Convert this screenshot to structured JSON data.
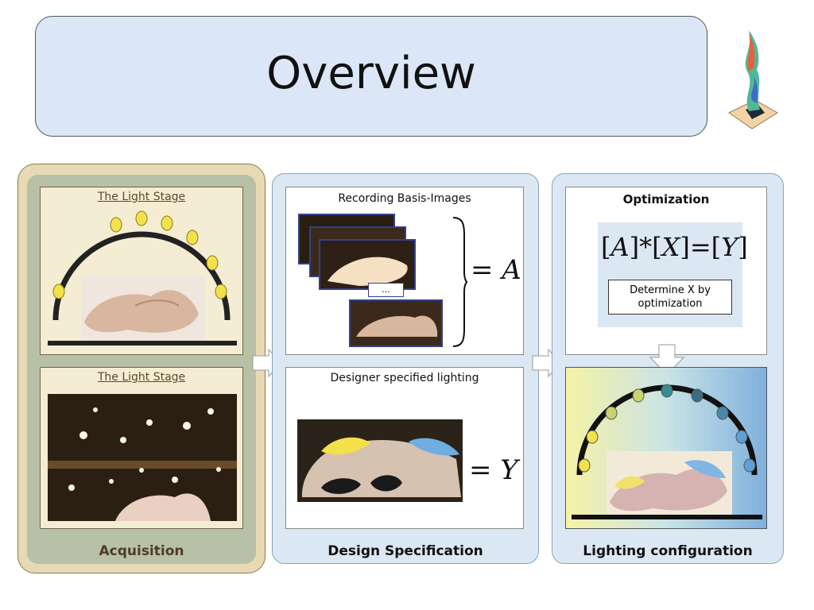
{
  "slide": {
    "title": "Overview"
  },
  "acquisition": {
    "label": "Acquisition",
    "top_caption": "The Light Stage",
    "bottom_caption": "The Light Stage"
  },
  "design": {
    "label": "Design Specification",
    "basis_title": "Recording Basis-Images",
    "ellipsis": "...",
    "equals_a": "= A",
    "lighting_title": "Designer specified lighting",
    "equals_y": "= Y"
  },
  "lighting": {
    "label": "Lighting configuration",
    "opt_title": "Optimization",
    "eq_a": "A",
    "eq_op": "*",
    "eq_x": "X",
    "eq_eq": "=",
    "eq_y": "Y",
    "determine": "Determine X by optimization"
  },
  "colors": {
    "title_fill": "#dbe7f6",
    "panel_fill": "#dbe8f4",
    "acq_fill": "#e7d9b3",
    "bulb_yellow": "#f2e14a"
  }
}
